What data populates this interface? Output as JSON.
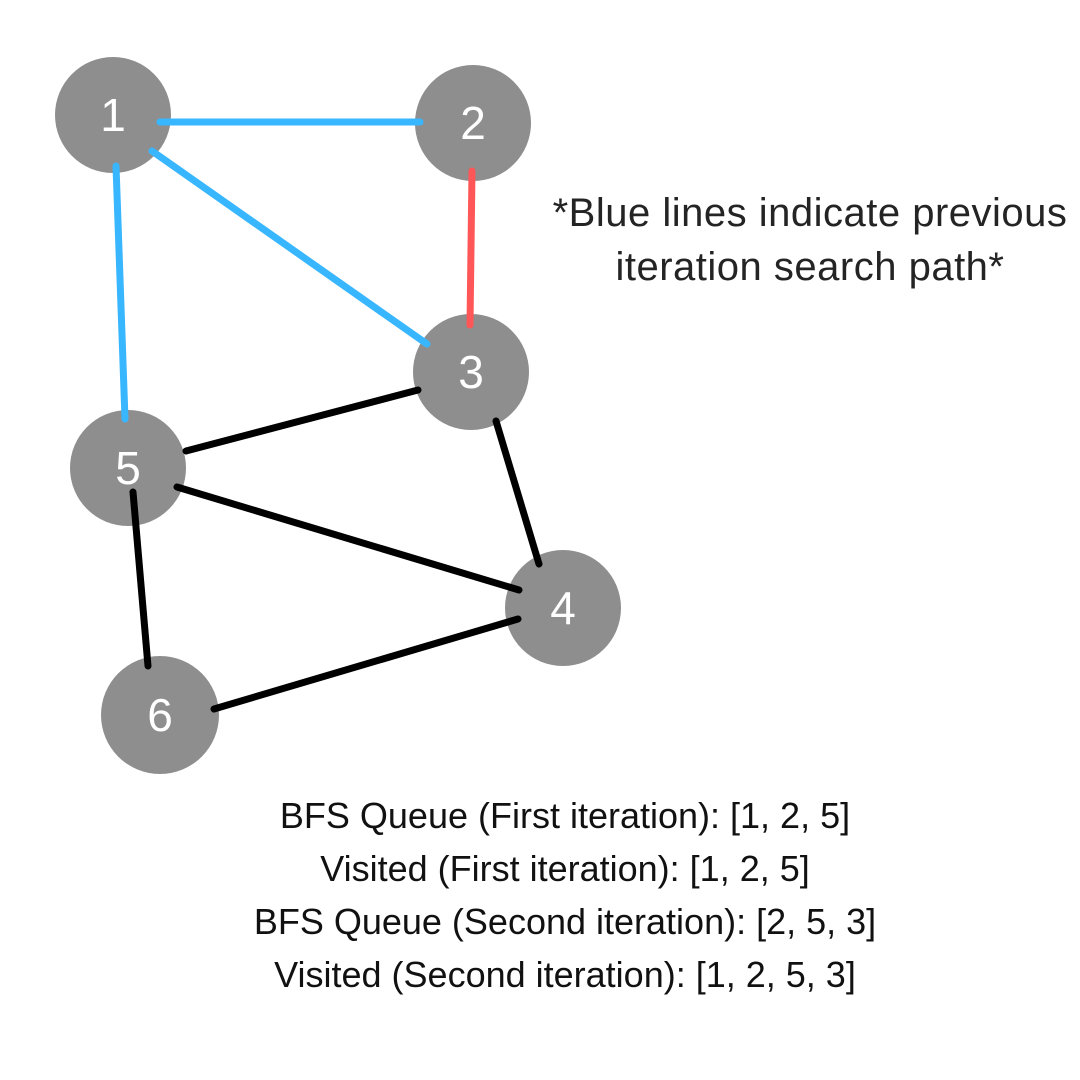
{
  "colors": {
    "background": "#ffffff",
    "node_fill": "#8e8e8e",
    "node_label": "#ffffff",
    "edge_blue": "#38b6ff",
    "edge_red": "#ff5757",
    "edge_black": "#000000",
    "annotation_text": "#242424",
    "status_text": "#111111"
  },
  "graph": {
    "nodes": [
      {
        "label": "1"
      },
      {
        "label": "2"
      },
      {
        "label": "3"
      },
      {
        "label": "4"
      },
      {
        "label": "5"
      },
      {
        "label": "6"
      }
    ],
    "edges": [
      {
        "from": "1",
        "to": "2",
        "color": "blue"
      },
      {
        "from": "1",
        "to": "3",
        "color": "blue"
      },
      {
        "from": "1",
        "to": "5",
        "color": "blue"
      },
      {
        "from": "2",
        "to": "3",
        "color": "red"
      },
      {
        "from": "3",
        "to": "5",
        "color": "black"
      },
      {
        "from": "3",
        "to": "4",
        "color": "black"
      },
      {
        "from": "5",
        "to": "4",
        "color": "black"
      },
      {
        "from": "5",
        "to": "6",
        "color": "black"
      },
      {
        "from": "6",
        "to": "4",
        "color": "black"
      }
    ]
  },
  "annotation": {
    "lines": [
      "*Blue lines indicate previous",
      "iteration search path*"
    ]
  },
  "status": {
    "lines": [
      "BFS Queue (First iteration): [1, 2, 5]",
      "Visited (First iteration): [1, 2, 5]",
      "BFS Queue (Second iteration): [2, 5, 3]",
      "Visited (Second iteration): [1, 2, 5, 3]"
    ]
  }
}
